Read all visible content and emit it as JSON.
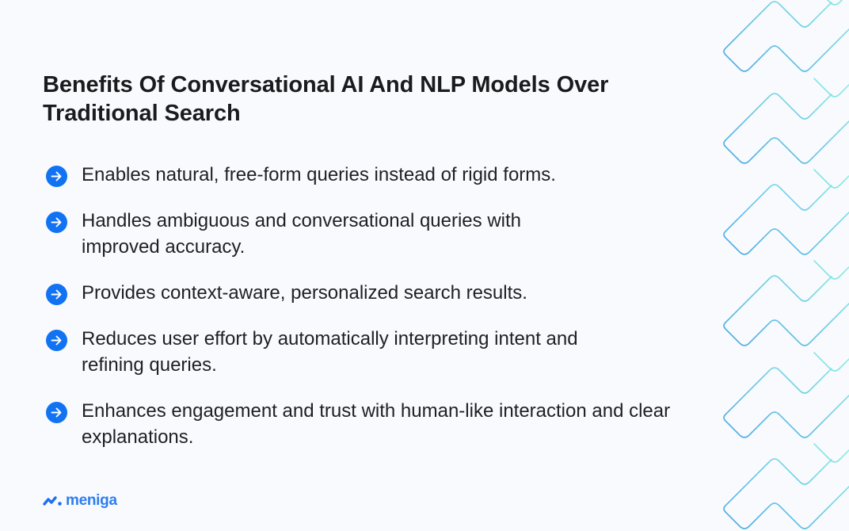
{
  "title": "Benefits Of Conversational AI And NLP Models Over Traditional Search",
  "bullets": [
    {
      "icon": "arrow-right-circle-icon",
      "text": "Enables natural, free-form queries instead of rigid forms."
    },
    {
      "icon": "arrow-right-circle-icon",
      "text": "Handles ambiguous and conversational queries with improved accuracy."
    },
    {
      "icon": "arrow-right-circle-icon",
      "text": "Provides context-aware, personalized search results."
    },
    {
      "icon": "arrow-right-circle-icon",
      "text": "Reduces user effort by automatically interpreting intent and refining queries."
    },
    {
      "icon": "arrow-right-circle-icon",
      "text": "Enhances engagement and trust with human-like interaction and clear explanations."
    }
  ],
  "logo": {
    "wordmark": "meniga"
  },
  "colors": {
    "background": "#f9fafd",
    "accent": "#1273f2",
    "logo": "#2d7df0",
    "text": "#1f2023",
    "deco_start": "#4aa8e8",
    "deco_end": "#8ef0e6"
  }
}
